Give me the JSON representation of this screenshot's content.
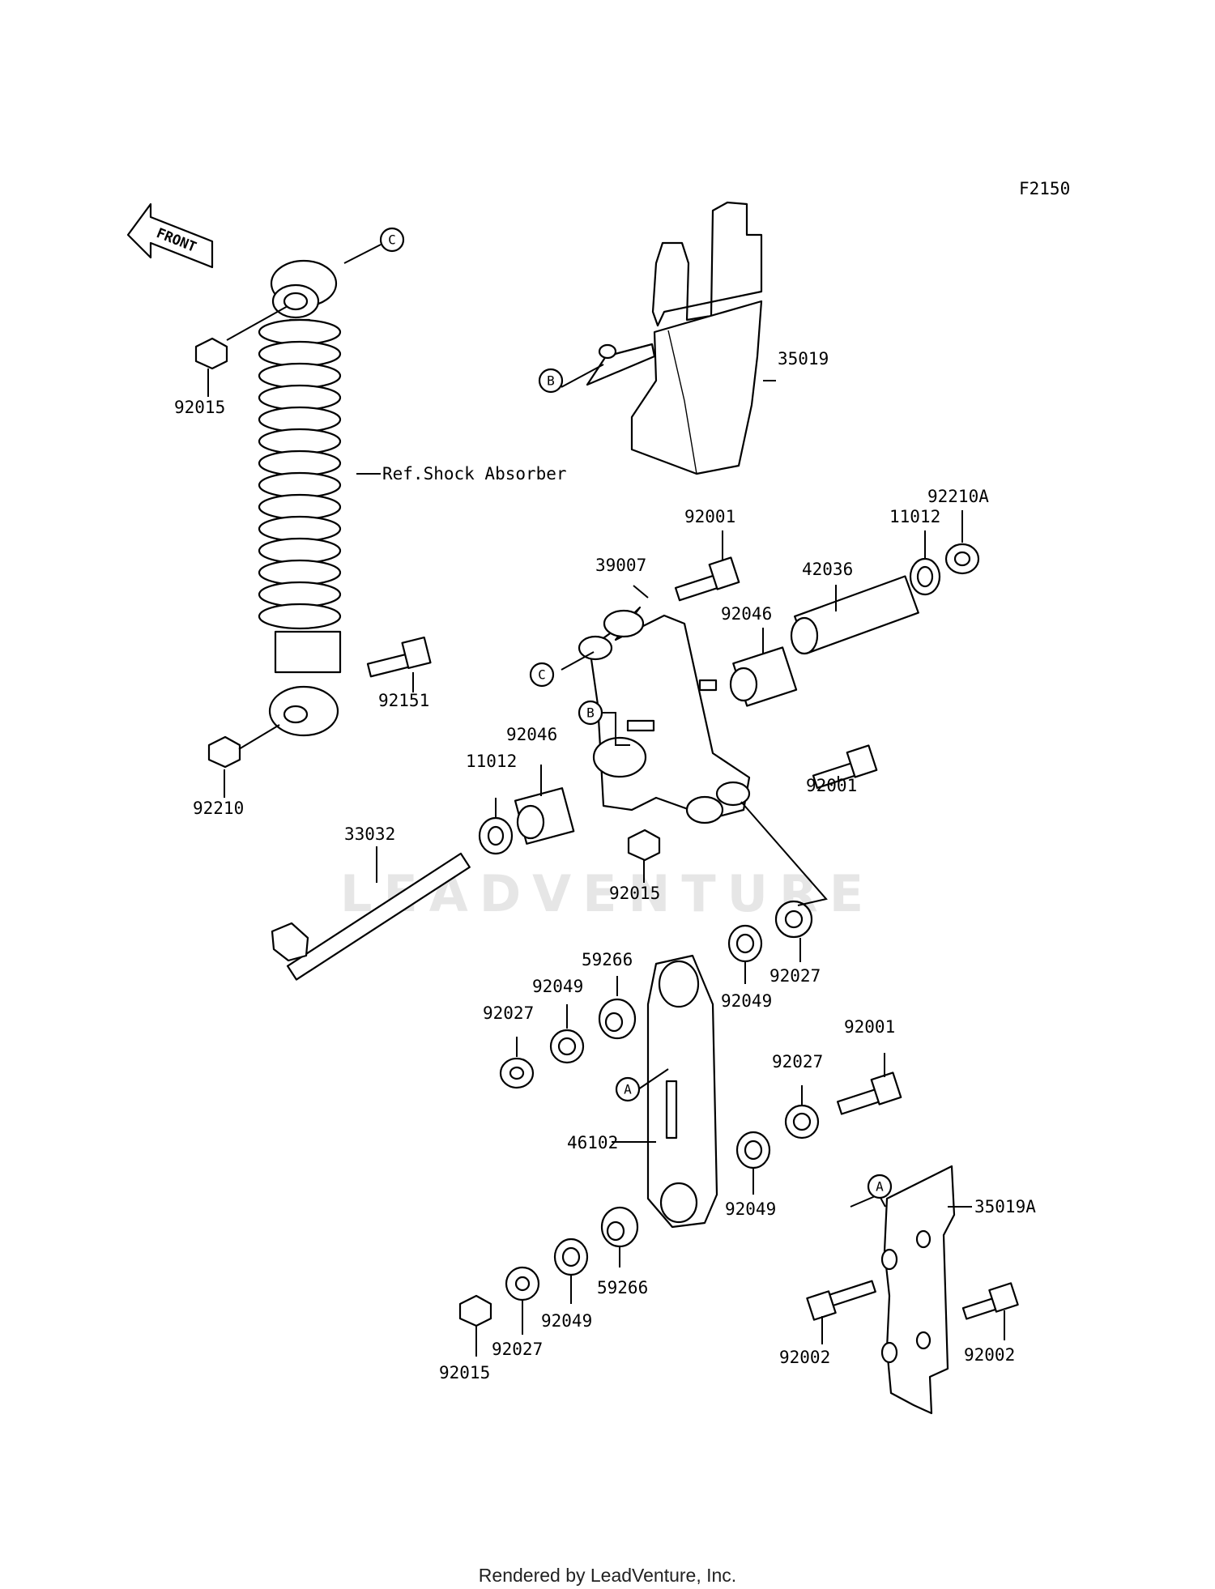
{
  "diagram_code": "F2150",
  "front_label": "FRONT",
  "watermark": "LEADVENTURE",
  "footer": "Rendered by LeadVenture, Inc.",
  "reference_label": "Ref.Shock Absorber",
  "ref_letters": {
    "a": "A",
    "b": "B",
    "c": "C"
  },
  "parts": {
    "p35019": "35019",
    "p35019A": "35019A",
    "p92015_top": "92015",
    "p92015_mid": "92015",
    "p92015_bot": "92015",
    "p92210": "92210",
    "p92210A": "92210A",
    "p92151": "92151",
    "p92001_top": "92001",
    "p92001_mid": "92001",
    "p92001_low": "92001",
    "p39007": "39007",
    "p42036": "42036",
    "p11012_top": "11012",
    "p11012_mid": "11012",
    "p92046_top": "92046",
    "p92046_mid": "92046",
    "p33032": "33032",
    "p59266_top": "59266",
    "p59266_bot": "59266",
    "p92049_a": "92049",
    "p92049_b": "92049",
    "p92049_c": "92049",
    "p92049_d": "92049",
    "p92027_a": "92027",
    "p92027_b": "92027",
    "p92027_c": "92027",
    "p92027_d": "92027",
    "p46102": "46102",
    "p92002_left": "92002",
    "p92002_right": "92002"
  }
}
